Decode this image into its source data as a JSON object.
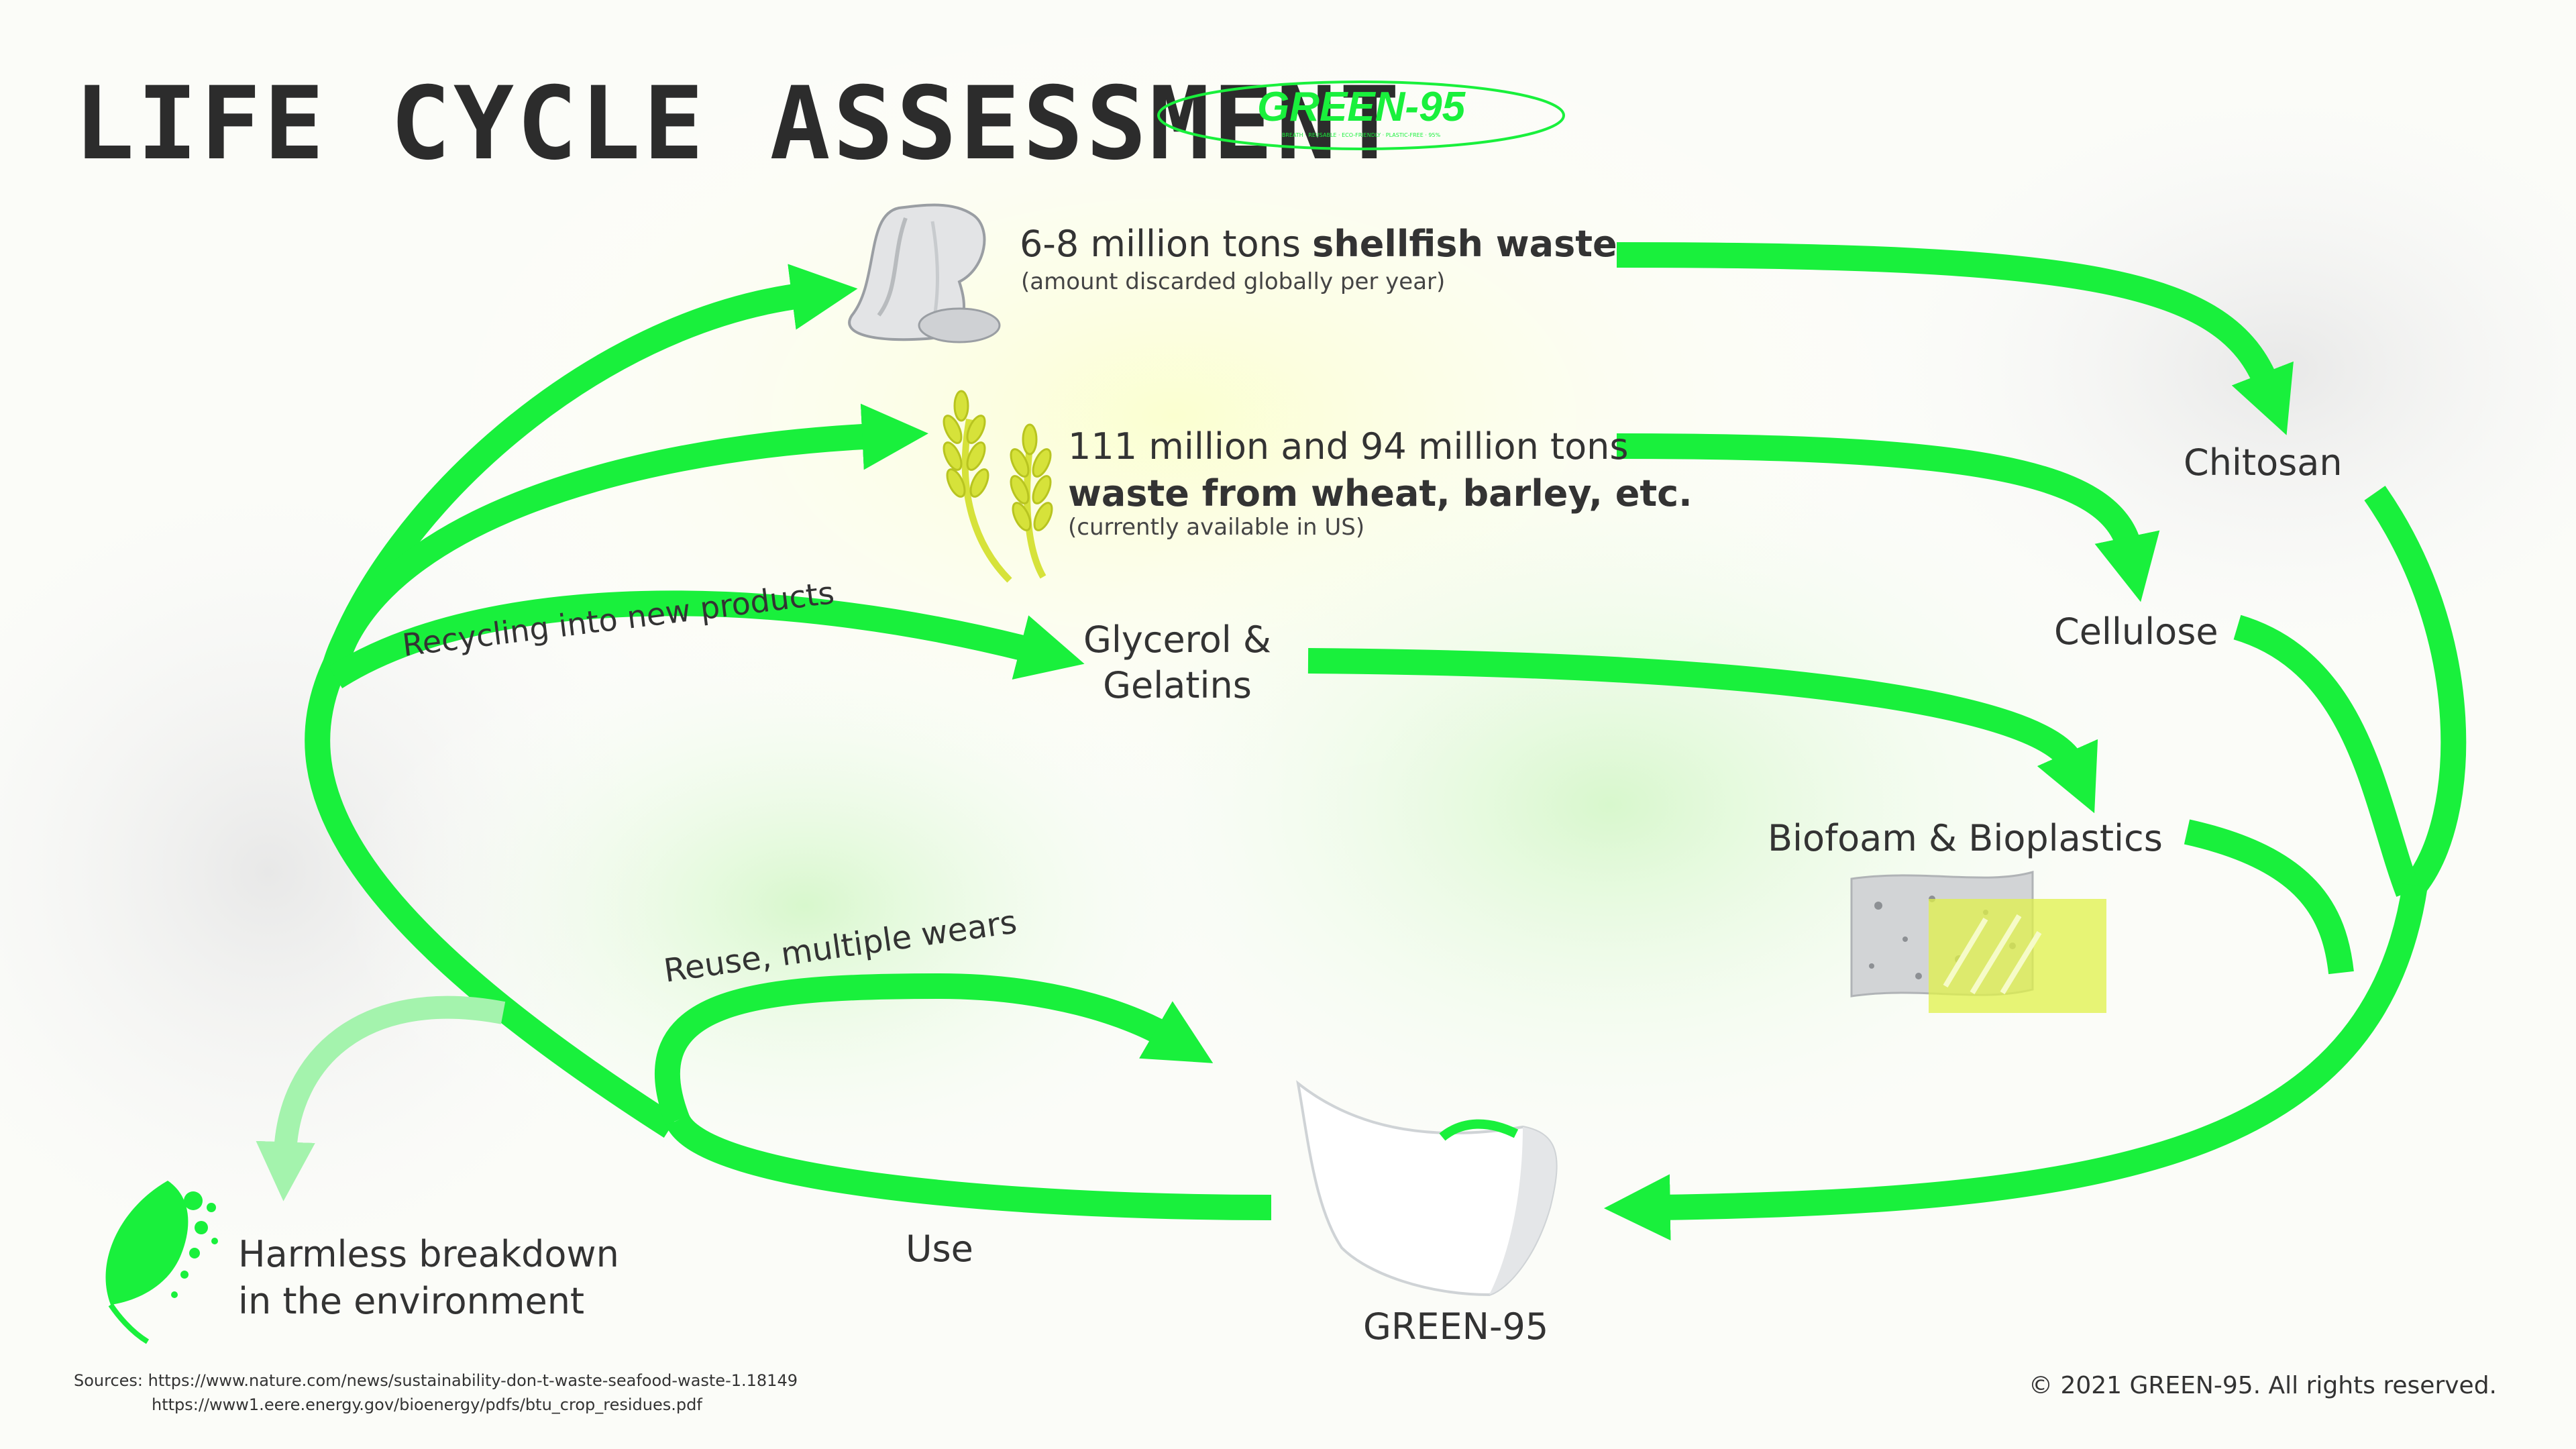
{
  "title": "LIFE CYCLE ASSESSMENT",
  "logo": {
    "name": "GREEN-95",
    "tagline": "BREATH · REUSABLE · ECO-FRIENDLY · PLASTIC-FREE · 95%"
  },
  "shellfish": {
    "prefix": "6-8 million tons ",
    "bold": "shellfish waste",
    "note": "(amount discarded globally per year)"
  },
  "wheat": {
    "line1": "111 million and 94 million tons",
    "bold": "waste from wheat, barley, etc.",
    "note": "(currently available in US)"
  },
  "glycerol": {
    "line1": "Glycerol &",
    "line2": "Gelatins"
  },
  "chitosan": "Chitosan",
  "cellulose": "Cellulose",
  "biofoam": "Biofoam & Bioplastics",
  "recycling": "Recycling into new products",
  "reuse": "Reuse, multiple wears",
  "use": "Use",
  "harmless": {
    "line1": "Harmless breakdown",
    "line2": "in the environment"
  },
  "product": "GREEN-95",
  "sources": {
    "label": "Sources:",
    "url1": "https://www.nature.com/news/sustainability-don-t-waste-seafood-waste-1.18149",
    "url2": "https://www1.eere.energy.gov/bioenergy/pdfs/btu_crop_residues.pdf"
  },
  "copyright": "© 2021 GREEN-95. All rights reserved.",
  "colors": {
    "arrow": "#19f03c",
    "arrow_light": "#9ef5a8",
    "accent_yellow": "#d8f04a"
  },
  "icons": [
    "oyster-shell-icon",
    "wheat-icon",
    "bioplastic-samples-icon",
    "face-mask-icon",
    "leaf-icon"
  ]
}
